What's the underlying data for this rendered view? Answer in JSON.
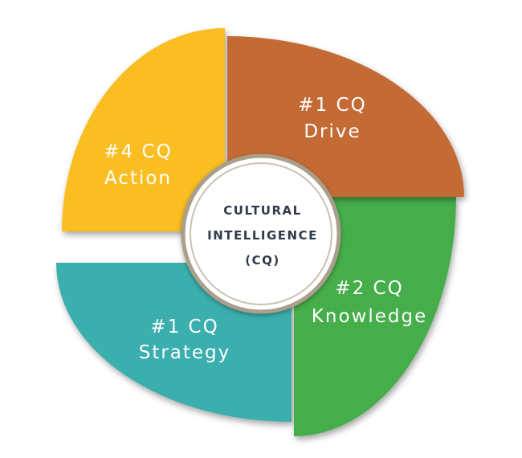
{
  "diagram": {
    "center": {
      "lines": [
        "CULTURAL",
        "INTELLIGENCE",
        "(CQ)"
      ]
    },
    "segments": [
      {
        "id": "drive",
        "line1": "#1 CQ",
        "line2": "Drive",
        "color": "#c46a35"
      },
      {
        "id": "knowledge",
        "line1": "#2 CQ",
        "line2": "Knowledge",
        "color": "#45ad4a"
      },
      {
        "id": "strategy",
        "line1": "#1 CQ",
        "line2": "Strategy",
        "color": "#3aaeae"
      },
      {
        "id": "action",
        "line1": "#4 CQ",
        "line2": "Action",
        "color": "#fbbe22"
      }
    ]
  }
}
